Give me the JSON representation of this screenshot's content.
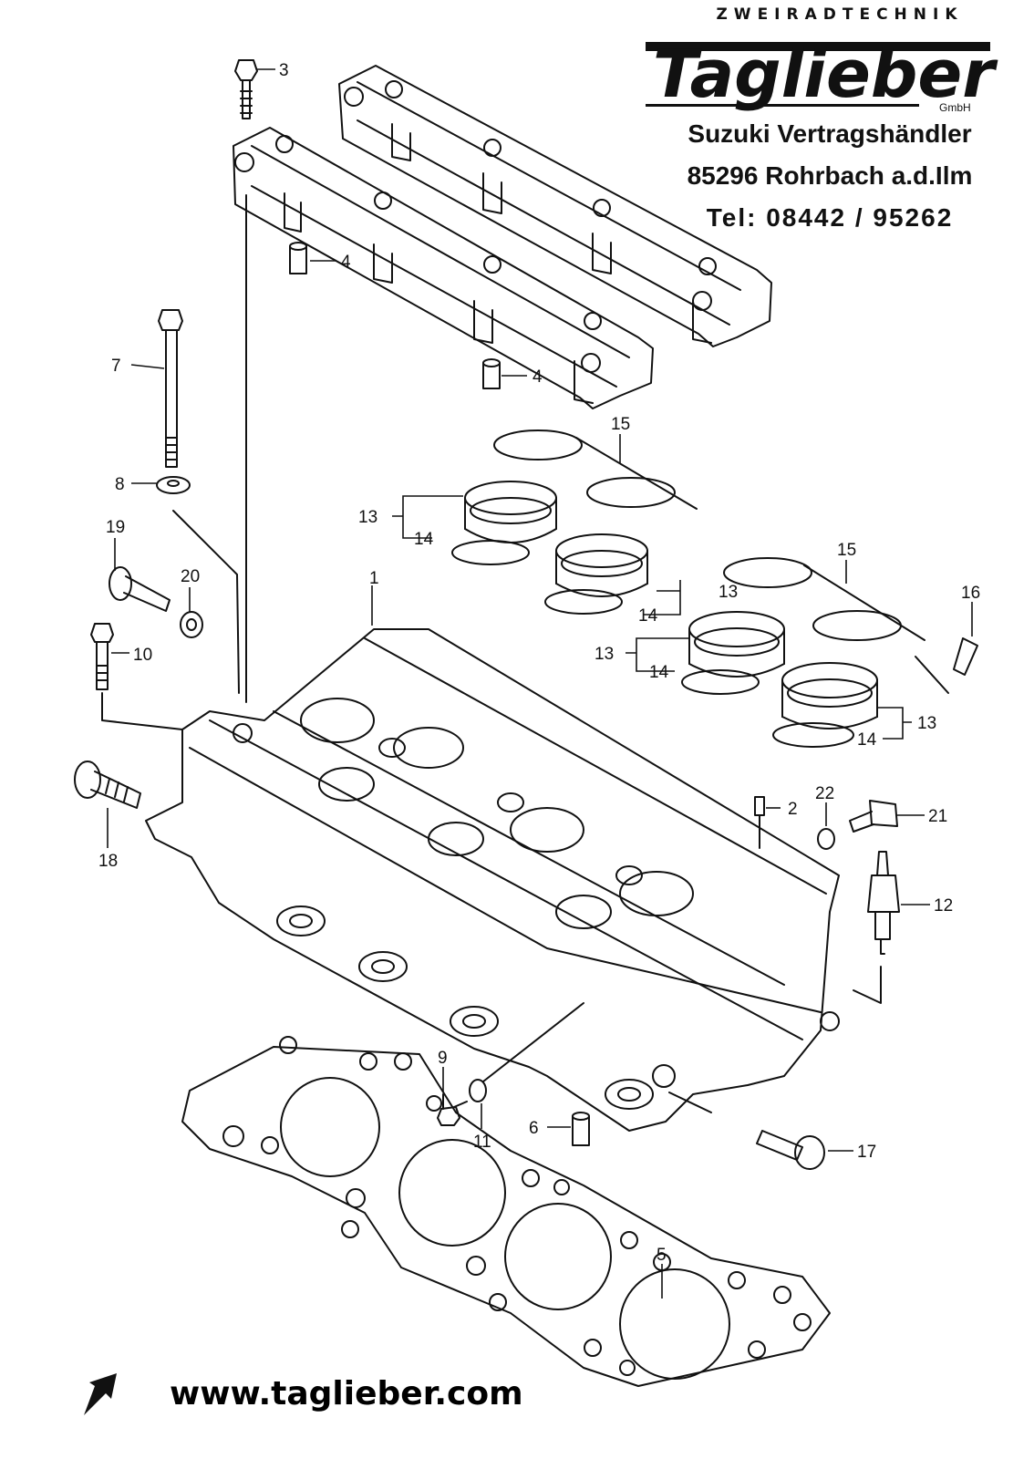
{
  "dealer": {
    "brand_top": "ZWEIRADTECHNIK",
    "brand_name": "Taglieber",
    "brand_suffix": "GmbH",
    "lines": [
      "Suzuki Vertragshändler",
      "85296 Rohrbach a.d.Ilm",
      "Tel: 08442 / 95262"
    ]
  },
  "website": "www.taglieber.com",
  "callouts": {
    "c1": "1",
    "c2": "2",
    "c3": "3",
    "c4a": "4",
    "c4b": "4",
    "c5": "5",
    "c6": "6",
    "c7": "7",
    "c8": "8",
    "c9": "9",
    "c10": "10",
    "c11": "11",
    "c12": "12",
    "c13a": "13",
    "c13b": "13",
    "c13c": "13",
    "c13d": "13",
    "c14a": "14",
    "c14b": "14",
    "c14c": "14",
    "c14d": "14",
    "c15a": "15",
    "c15b": "15",
    "c16": "16",
    "c17": "17",
    "c18": "18",
    "c19": "19",
    "c20": "20",
    "c21": "21",
    "c22": "22"
  },
  "icons": {
    "corner_arrow": "arrow-icon"
  }
}
